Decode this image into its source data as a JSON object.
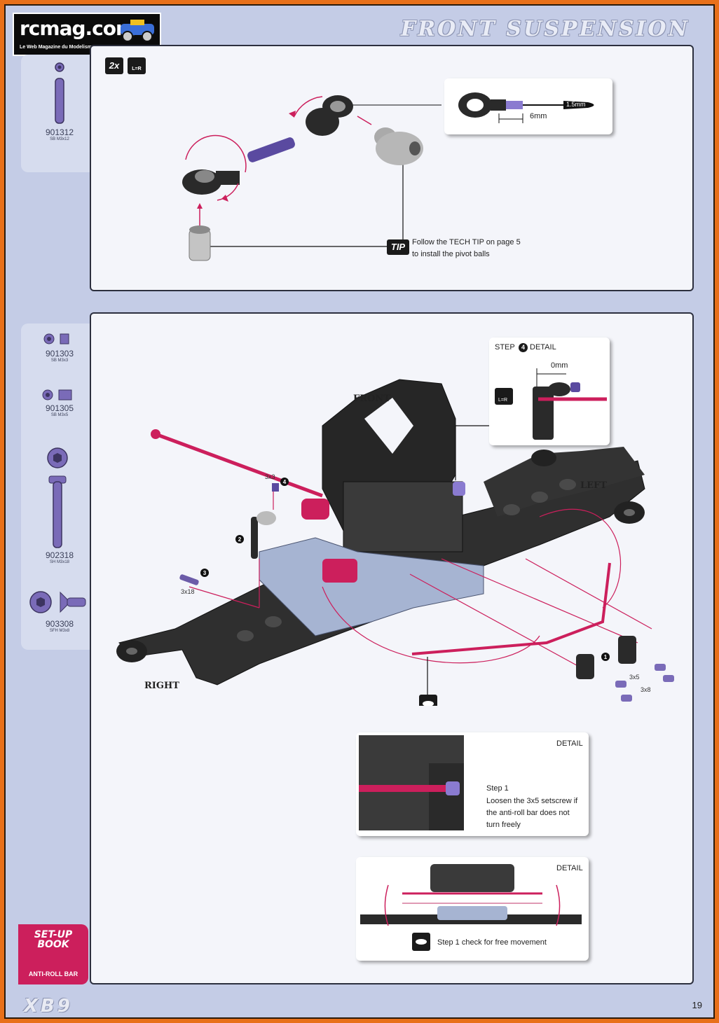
{
  "header": {
    "logo_text": "rcmag.com",
    "logo_tagline": "Le Web Magazine du Modelisme RC",
    "title": "FRONT SUSPENSION"
  },
  "parts_top": [
    {
      "number": "901312",
      "desc": "SB M3x12"
    }
  ],
  "parts_bottom": [
    {
      "number": "901303",
      "desc": "SB M3x3"
    },
    {
      "number": "901305",
      "desc": "SB M3x5"
    },
    {
      "number": "902318",
      "desc": "SH M3x18"
    },
    {
      "number": "903308",
      "desc": "SFH M3x8"
    }
  ],
  "top_panel": {
    "qty_badge": "2x",
    "lr_badge": "L=R",
    "callout_dim_tool": "1.5mm",
    "callout_dim_len": "6mm",
    "tip_badge": "TIP",
    "tip_line1": "Follow the TECH TIP on page 5",
    "tip_line2": "to install the pivot balls"
  },
  "bottom_panel": {
    "step4_detail": {
      "prefix": "STEP",
      "step": "4",
      "suffix": "DETAIL",
      "dim": "0mm",
      "lr_badge": "L=R"
    },
    "label_front": "FRONT",
    "label_left": "LEFT",
    "label_right": "RIGHT",
    "screw_3x3": "3x3",
    "screw_3x18": "3x18",
    "screw_3x5": "3x5",
    "screw_3x8": "3x8",
    "step_numbers": [
      "1",
      "2",
      "3",
      "4"
    ],
    "detail1": {
      "title": "DETAIL",
      "step_label": "Step 1",
      "line1": "Loosen the 3x5 setscrew if",
      "line2": "the anti-roll bar does not",
      "line3": "turn freely"
    },
    "detail2": {
      "title": "DETAIL",
      "caption": "Step 1 check for free movement"
    }
  },
  "footer": {
    "setup_title": "SET-UP BOOK",
    "setup_sub": "ANTI-ROLL BAR",
    "model": "XB9",
    "page_number": "19"
  },
  "colors": {
    "border_orange": "#e8701a",
    "page_bg": "#c4cce6",
    "accent_pink": "#cc1f5c",
    "part_purple": "#6b5ba8",
    "panel_bg": "#f4f5fa"
  }
}
